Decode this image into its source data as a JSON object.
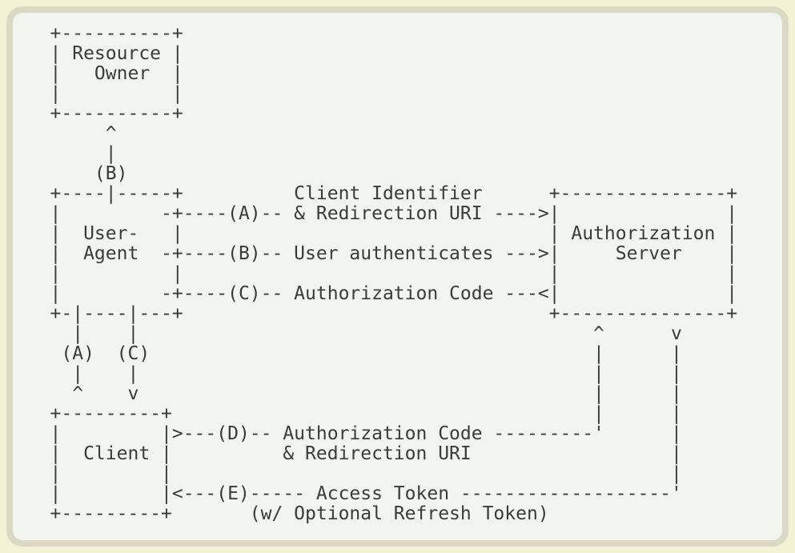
{
  "theme": {
    "page_background": "#f4f2d4",
    "panel_background": "#f2f4ef",
    "panel_border_color": "#dbd9c4",
    "text_color": "#3b3b3b"
  },
  "diagram": {
    "type": "ascii-flow-diagram",
    "entities": [
      "Resource Owner",
      "User-Agent",
      "Client",
      "Authorization Server"
    ],
    "steps": [
      {
        "id": "(A)",
        "label": "Client Identifier & Redirection URI"
      },
      {
        "id": "(B)",
        "label": "User authenticates"
      },
      {
        "id": "(C)",
        "label": "Authorization Code"
      },
      {
        "id": "(D)",
        "label": "Authorization Code & Redirection URI"
      },
      {
        "id": "(E)",
        "label": "Access Token (w/ Optional Refresh Token)"
      }
    ],
    "ascii_lines": [
      "   +----------+",
      "   | Resource |",
      "   |   Owner  |",
      "   |          |",
      "   +----------+",
      "        ^",
      "        |",
      "       (B)",
      "   +----|-----+          Client Identifier      +---------------+",
      "   |         -+----(A)-- & Redirection URI ---->|               |",
      "   |  User-   |                                 | Authorization |",
      "   |  Agent  -+----(B)-- User authenticates --->|     Server    |",
      "   |          |                                 |               |",
      "   |         -+----(C)-- Authorization Code ---<|               |",
      "   +-|----|---+                                 +---------------+",
      "     |    |                                         ^      v",
      "    (A)  (C)                                        |      |",
      "     |    |                                         |      |",
      "     ^    v                                         |      |",
      "   +---------+                                      |      |",
      "   |         |>---(D)-- Authorization Code ---------'      |",
      "   |  Client |          & Redirection URI                  |",
      "   |         |                                             |",
      "   |         |<---(E)----- Access Token -------------------'",
      "   +---------+       (w/ Optional Refresh Token)"
    ]
  }
}
